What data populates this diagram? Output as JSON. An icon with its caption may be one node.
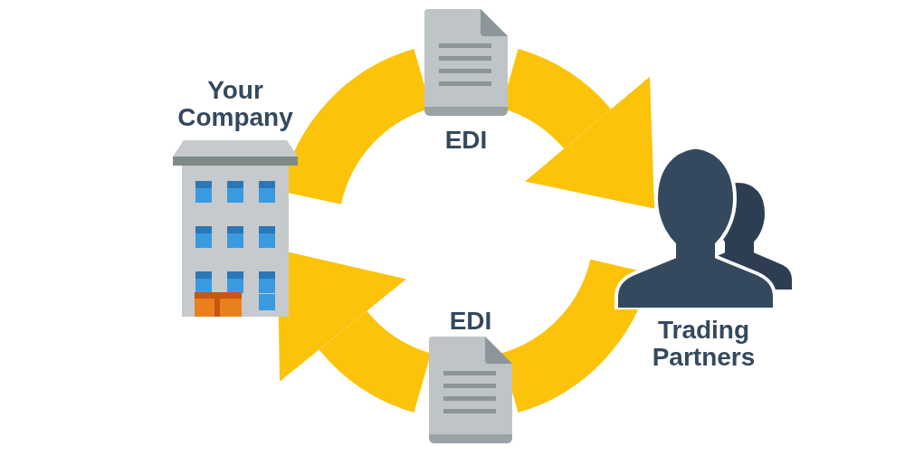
{
  "diagram": {
    "nodes": [
      {
        "text": [
          "Your Company"
        ]
      },
      {
        "text": [
          "Trading Partners"
        ]
      },
      {
        "text": [
          "EDI"
        ]
      },
      {
        "text": [
          "EDI"
        ]
      }
    ],
    "edges": [
      {
        "from": 0,
        "to": 2,
        "arrow": "none"
      },
      {
        "from": 2,
        "to": 1,
        "arrow": "to"
      },
      {
        "from": 1,
        "to": 3,
        "arrow": "none"
      },
      {
        "from": 3,
        "to": 0,
        "arrow": "to"
      }
    ]
  }
}
